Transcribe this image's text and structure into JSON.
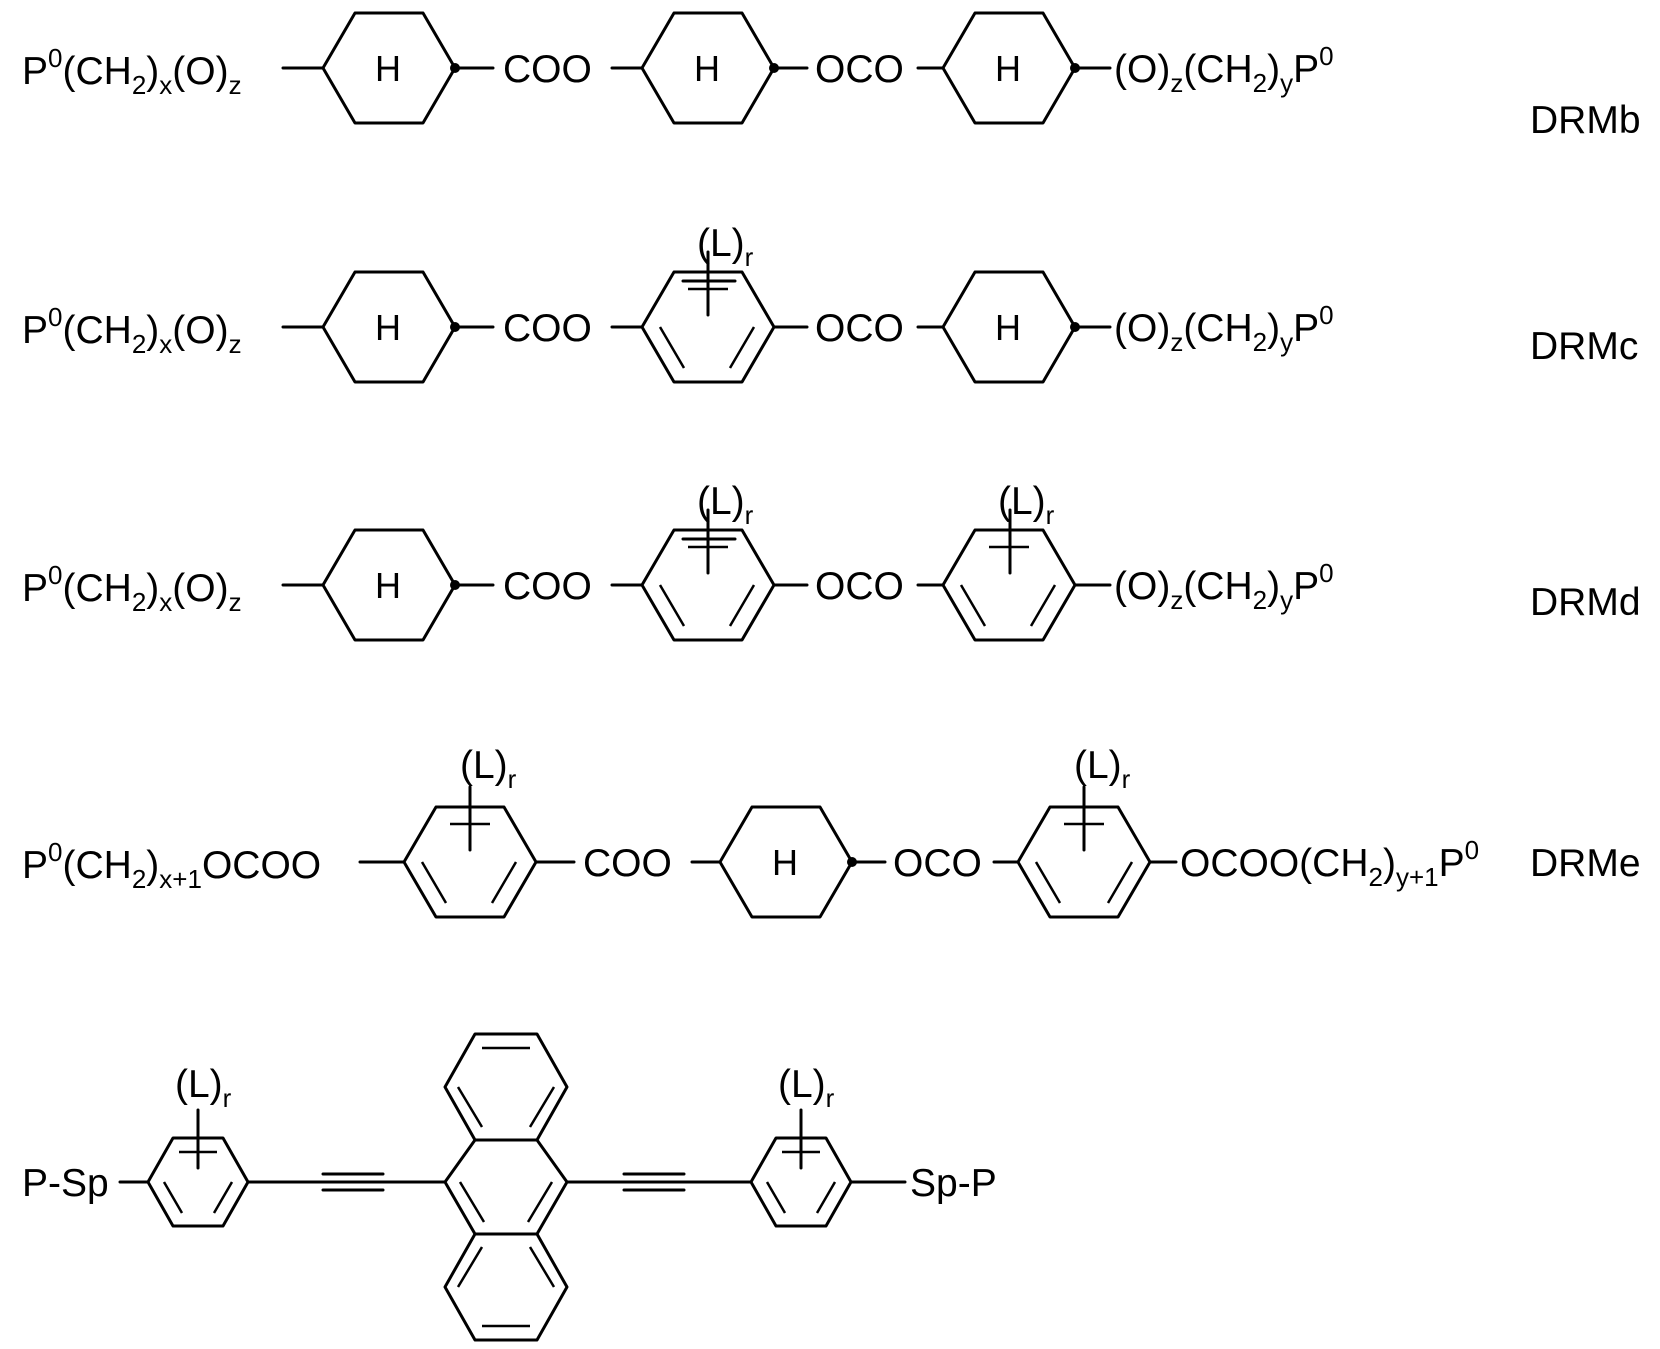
{
  "symbols": {
    "cyclohexane": "H",
    "substituent": "(L)",
    "substituent_sub": "r"
  },
  "rows": [
    {
      "label": "DRMb",
      "left": [
        [
          "t",
          "P"
        ],
        [
          "sup",
          "0"
        ],
        [
          "t",
          "(CH"
        ],
        [
          "sub",
          "2"
        ],
        [
          "t",
          ")"
        ],
        [
          "sub",
          "x"
        ],
        [
          "t",
          "(O)"
        ],
        [
          "sub",
          "z"
        ]
      ],
      "links": [
        "COO",
        "OCO"
      ],
      "right": [
        [
          "t",
          "(O)"
        ],
        [
          "sub",
          "z"
        ],
        [
          "t",
          "(CH"
        ],
        [
          "sub",
          "2"
        ],
        [
          "t",
          ")"
        ],
        [
          "sub",
          "y"
        ],
        [
          "t",
          "P"
        ],
        [
          "sup",
          "0"
        ]
      ]
    },
    {
      "label": "DRMc",
      "left": [
        [
          "t",
          "P"
        ],
        [
          "sup",
          "0"
        ],
        [
          "t",
          "(CH"
        ],
        [
          "sub",
          "2"
        ],
        [
          "t",
          ")"
        ],
        [
          "sub",
          "x"
        ],
        [
          "t",
          "(O)"
        ],
        [
          "sub",
          "z"
        ]
      ],
      "links": [
        "COO",
        "OCO"
      ],
      "right": [
        [
          "t",
          "(O)"
        ],
        [
          "sub",
          "z"
        ],
        [
          "t",
          "(CH"
        ],
        [
          "sub",
          "2"
        ],
        [
          "t",
          ")"
        ],
        [
          "sub",
          "y"
        ],
        [
          "t",
          "P"
        ],
        [
          "sup",
          "0"
        ]
      ]
    },
    {
      "label": "DRMd",
      "left": [
        [
          "t",
          "P"
        ],
        [
          "sup",
          "0"
        ],
        [
          "t",
          "(CH"
        ],
        [
          "sub",
          "2"
        ],
        [
          "t",
          ")"
        ],
        [
          "sub",
          "x"
        ],
        [
          "t",
          "(O)"
        ],
        [
          "sub",
          "z"
        ]
      ],
      "links": [
        "COO",
        "OCO"
      ],
      "right": [
        [
          "t",
          "(O)"
        ],
        [
          "sub",
          "z"
        ],
        [
          "t",
          "(CH"
        ],
        [
          "sub",
          "2"
        ],
        [
          "t",
          ")"
        ],
        [
          "sub",
          "y"
        ],
        [
          "t",
          "P"
        ],
        [
          "sup",
          "0"
        ]
      ]
    },
    {
      "label": "DRMe",
      "left": [
        [
          "t",
          "P"
        ],
        [
          "sup",
          "0"
        ],
        [
          "t",
          "(CH"
        ],
        [
          "sub",
          "2"
        ],
        [
          "t",
          ")"
        ],
        [
          "sub",
          "x+1"
        ],
        [
          "t",
          "OCOO"
        ]
      ],
      "links": [
        "COO",
        "OCO"
      ],
      "right": [
        [
          "t",
          "OCOO(CH"
        ],
        [
          "sub",
          "2"
        ],
        [
          "t",
          ")"
        ],
        [
          "sub",
          "y+1"
        ],
        [
          "t",
          "P"
        ],
        [
          "sup",
          "0"
        ]
      ]
    }
  ],
  "anthracene_compound": {
    "left_group": "P-Sp",
    "right_group": "Sp-P"
  }
}
